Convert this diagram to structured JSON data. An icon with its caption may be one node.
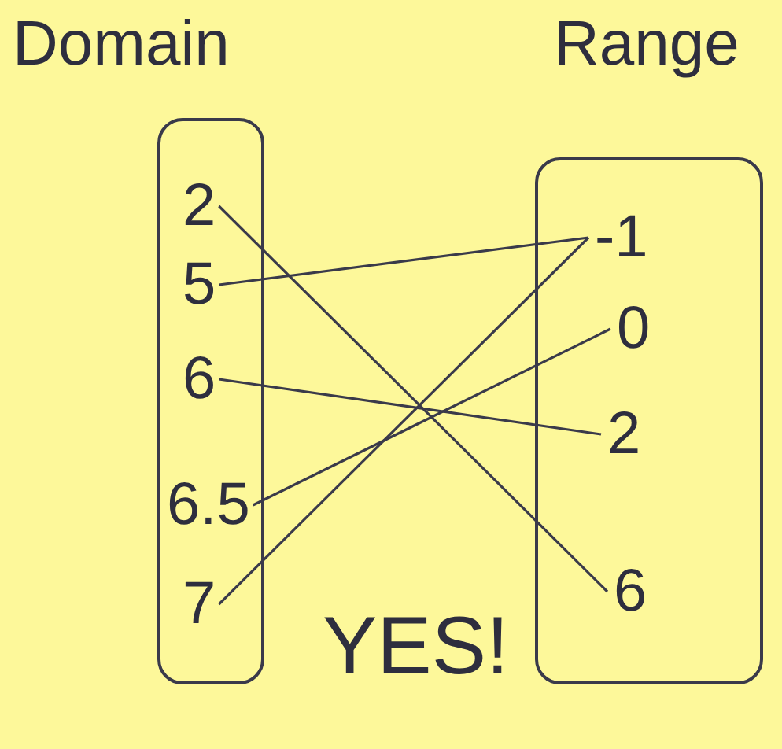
{
  "diagram": {
    "nodes": [
      {
        "text": [
          "Domain"
        ]
      },
      {
        "text": [
          "Range"
        ]
      },
      {
        "text": [
          "2"
        ],
        "in": 0
      },
      {
        "text": [
          "5"
        ],
        "in": 0
      },
      {
        "text": [
          "6"
        ],
        "in": 0
      },
      {
        "text": [
          "6.5"
        ],
        "in": 0
      },
      {
        "text": [
          "7"
        ],
        "in": 0
      },
      {
        "text": [
          "-1"
        ],
        "in": 1
      },
      {
        "text": [
          "0"
        ],
        "in": 1
      },
      {
        "text": [
          "2"
        ],
        "in": 1
      },
      {
        "text": [
          "6"
        ],
        "in": 1
      }
    ],
    "edges": [
      {
        "from": 2,
        "to": 10,
        "arrow": "none"
      },
      {
        "from": 3,
        "to": 7,
        "arrow": "none"
      },
      {
        "from": 4,
        "to": 9,
        "arrow": "none"
      },
      {
        "from": 5,
        "to": 8,
        "arrow": "none"
      },
      {
        "from": 6,
        "to": 7,
        "arrow": "none"
      }
    ],
    "labels": [
      "YES!"
    ]
  }
}
